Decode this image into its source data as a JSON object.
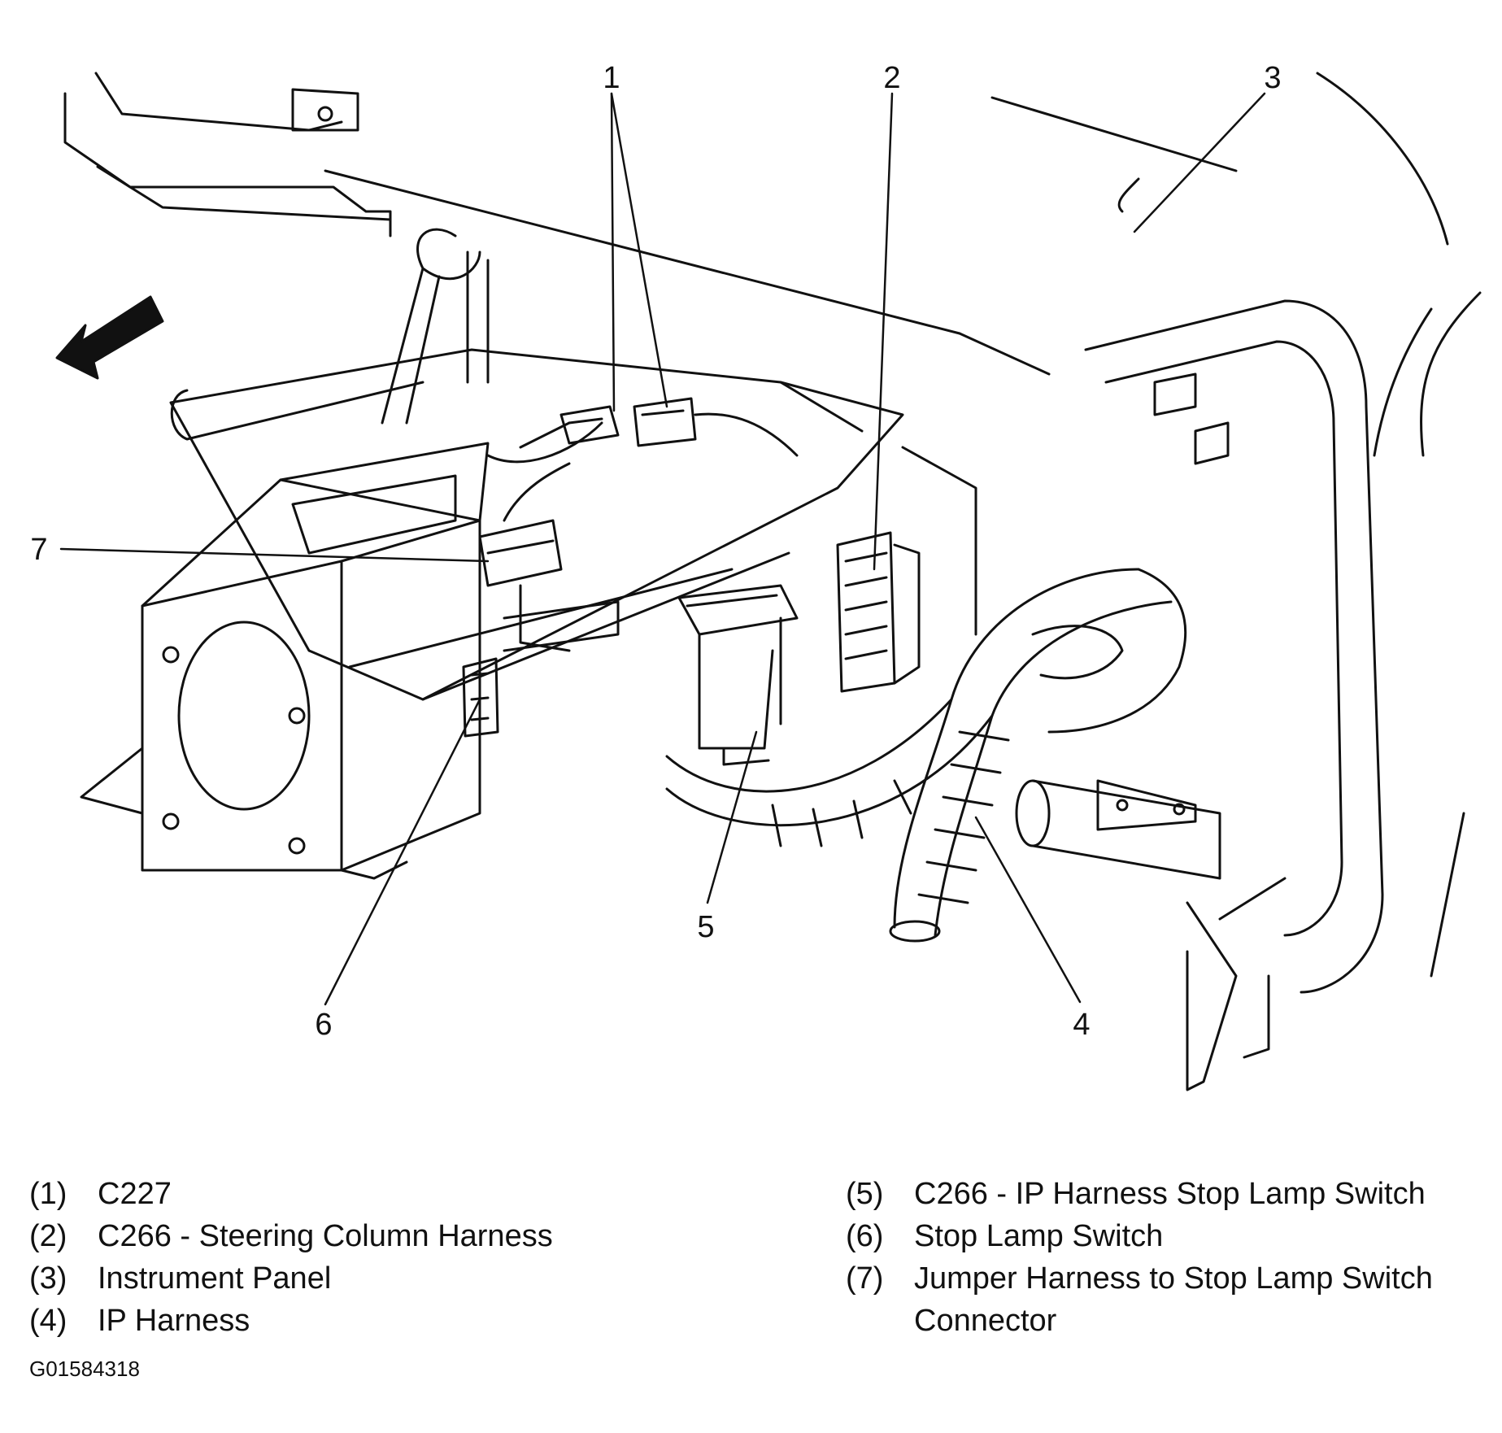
{
  "callouts": [
    "1",
    "2",
    "3",
    "4",
    "5",
    "6",
    "7"
  ],
  "legend": {
    "left": [
      {
        "num": "(1)",
        "text": "C227"
      },
      {
        "num": "(2)",
        "text": "C266 - Steering Column Harness"
      },
      {
        "num": "(3)",
        "text": "Instrument Panel"
      },
      {
        "num": "(4)",
        "text": "IP Harness"
      }
    ],
    "right": [
      {
        "num": "(5)",
        "text": "C266 - IP Harness Stop Lamp Switch"
      },
      {
        "num": "(6)",
        "text": "Stop Lamp Switch"
      },
      {
        "num": "(7)",
        "text": "Jumper Harness to Stop Lamp Switch Connector"
      }
    ]
  },
  "figure_id": "G01584318"
}
